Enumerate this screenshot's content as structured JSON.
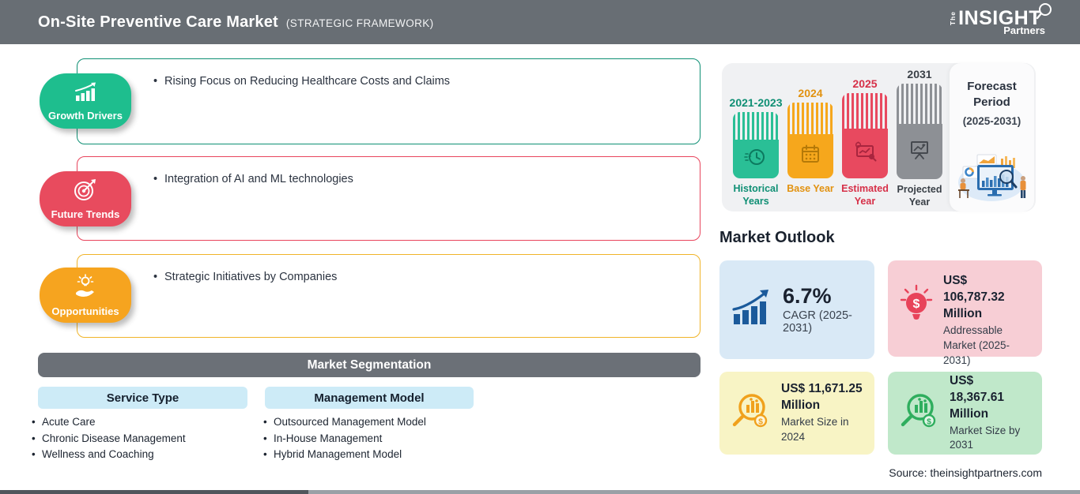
{
  "header": {
    "title": "On-Site Preventive Care Market",
    "subtitle": "(STRATEGIC FRAMEWORK)",
    "logo": {
      "the": "The",
      "insight": "INSIGHT",
      "partners": "Partners"
    }
  },
  "panels": [
    {
      "label": "Growth Drivers",
      "icon": "growth-chart-icon",
      "color": "#1ebe8e",
      "border_color": "#0e8f74",
      "bullets": [
        "Rising Focus on Reducing Healthcare Costs and Claims"
      ]
    },
    {
      "label": "Future Trends",
      "icon": "target-dart-icon",
      "color": "#e84b5e",
      "border_color": "#e8445c",
      "bullets": [
        "Integration of AI and ML technologies"
      ]
    },
    {
      "label": "Opportunities",
      "icon": "hand-bulb-icon",
      "color": "#f6a41f",
      "border_color": "#f0b429",
      "bullets": [
        "Strategic Initiatives by Companies"
      ]
    }
  ],
  "segmentation": {
    "title": "Market Segmentation",
    "columns": [
      {
        "header": "Service Type",
        "items": [
          "Acute Care",
          "Chronic Disease Management",
          "Wellness and Coaching"
        ]
      },
      {
        "header": "Management Model",
        "items": [
          "Outsourced Management Model",
          "In-House Management",
          "Hybrid Management Model"
        ]
      }
    ]
  },
  "timeline": {
    "bars": [
      {
        "year": "2021-2023",
        "caption": "Historical Years",
        "color": "#2abf96",
        "icon": "history-clock-icon"
      },
      {
        "year": "2024",
        "caption": "Base Year",
        "color": "#f6a71c",
        "icon": "calendar-icon"
      },
      {
        "year": "2025",
        "caption": "Estimated Year",
        "color": "#e8495f",
        "icon": "monitor-analysis-icon"
      },
      {
        "year": "2031",
        "caption": "Projected Year",
        "color": "#8d9095",
        "icon": "projection-screen-icon"
      }
    ],
    "forecast": {
      "title": "Forecast Period",
      "range": "(2025-2031)",
      "illustration": "analytics-people-illustration"
    }
  },
  "outlook": {
    "title": "Market Outlook",
    "cards": [
      {
        "value": "6.7%",
        "label": "CAGR (2025-2031)",
        "bg": "#d9e9f6",
        "icon": "cagr-chart-icon"
      },
      {
        "value": "US$ 106,787.32 Million",
        "label": "Addressable Market (2025-2031)",
        "bg": "#f7ced5",
        "icon": "bulb-dollar-icon"
      },
      {
        "value": "US$ 11,671.25 Million",
        "label": "Market Size in 2024",
        "bg": "#f8f4c5",
        "icon": "magnifier-chart-icon-orange"
      },
      {
        "value": "US$ 18,367.61 Million",
        "label": "Market Size by 2031",
        "bg": "#c0e8ca",
        "icon": "magnifier-chart-icon-green"
      }
    ]
  },
  "source": "Source: theinsightpartners.com",
  "icons": {
    "dollar": "$"
  }
}
